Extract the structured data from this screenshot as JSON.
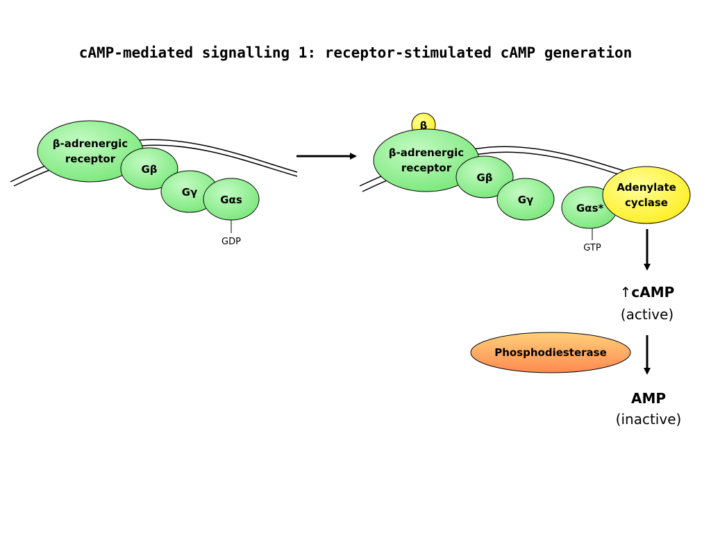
{
  "title": "cAMP-mediated signalling 1: receptor-stimulated cAMP generation",
  "colors": {
    "protein_fill": "#8ef28e",
    "protein_fill_light": "#c4fac4",
    "ligand_fill": "#ffff33",
    "enzyme_fill": "#ffff44",
    "pde_fill_top": "#ffd07a",
    "pde_fill_bottom": "#ff8c55",
    "stroke": "#000000"
  },
  "left": {
    "receptor_line1": "β-adrenergic",
    "receptor_line2": "receptor",
    "g_beta": "Gβ",
    "g_gamma": "Gγ",
    "g_alpha_s": "Gαs",
    "gdp": "GDP"
  },
  "right": {
    "ligand": "β",
    "receptor_line1": "β-adrenergic",
    "receptor_line2": "receptor",
    "g_beta": "Gβ",
    "g_gamma": "Gγ",
    "g_alpha_s_active": "Gαs*",
    "gtp": "GTP",
    "enzyme_line1": "Adenylate",
    "enzyme_line2": "cyclase"
  },
  "pathway": {
    "camp_arrow": "↑",
    "camp": "cAMP",
    "camp_state": "(active)",
    "pde": "Phosphodiesterase",
    "amp": "AMP",
    "amp_state": "(inactive)"
  }
}
